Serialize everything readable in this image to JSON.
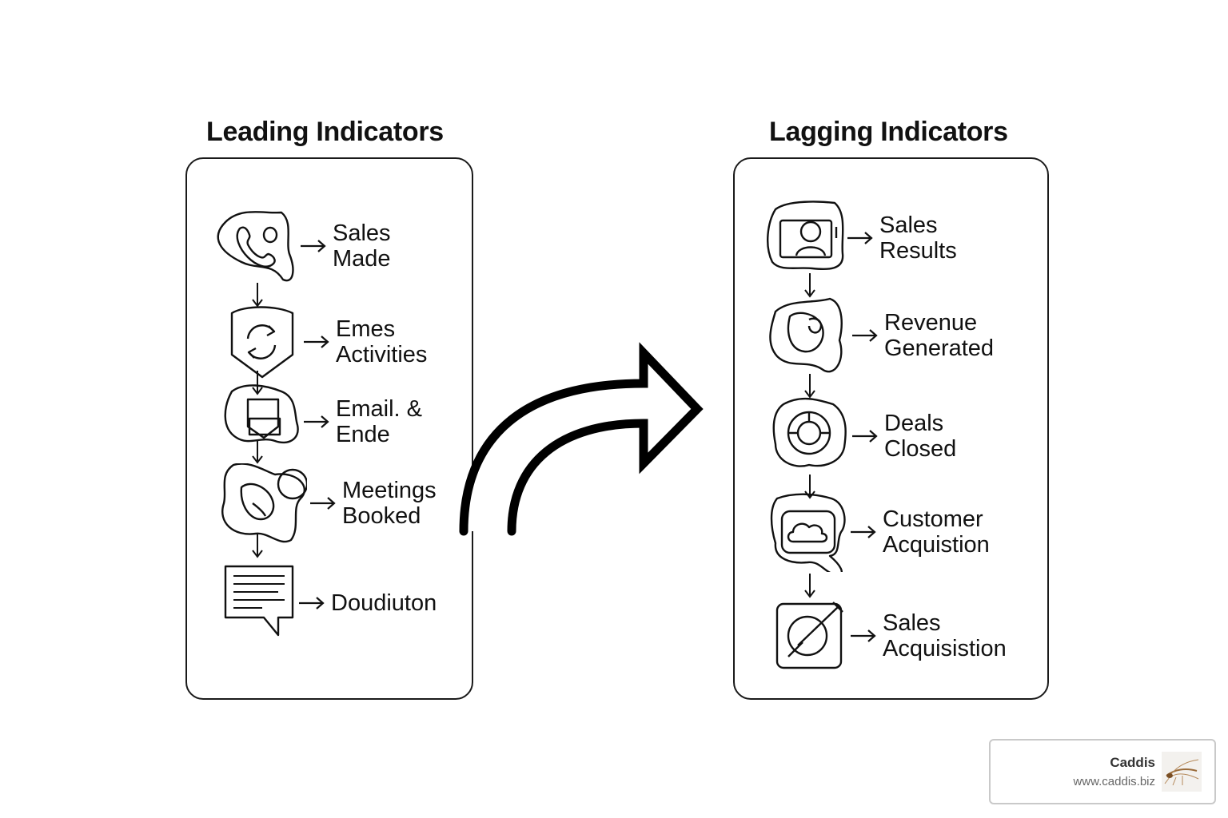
{
  "left": {
    "title": "Leading Indicators",
    "items": [
      {
        "line1": "Sales",
        "line2": "Made",
        "icon": "phone-icon"
      },
      {
        "line1": "Emes",
        "line2": "Activities",
        "icon": "refresh-icon"
      },
      {
        "line1": "Email. &",
        "line2": "Ende",
        "icon": "envelope-icon"
      },
      {
        "line1": "Meetings",
        "line2": "Booked",
        "icon": "meeting-icon"
      },
      {
        "line1": "Doudiuton",
        "line2": "",
        "icon": "document-icon"
      }
    ]
  },
  "right": {
    "title": "Lagging Indicators",
    "items": [
      {
        "line1": "Sales",
        "line2": "Results",
        "icon": "user-card-icon"
      },
      {
        "line1": "Revenue",
        "line2": "Generated",
        "icon": "revenue-icon"
      },
      {
        "line1": "Deals",
        "line2": "Closed",
        "icon": "cycle-icon"
      },
      {
        "line1": "Customer",
        "line2": "Acquistion",
        "icon": "cloud-icon"
      },
      {
        "line1": "Sales",
        "line2": "Acquisistion",
        "icon": "target-icon"
      }
    ]
  },
  "badge": {
    "name": "Caddis",
    "url": "www.caddis.biz",
    "icon": "caddis-fly-icon"
  }
}
